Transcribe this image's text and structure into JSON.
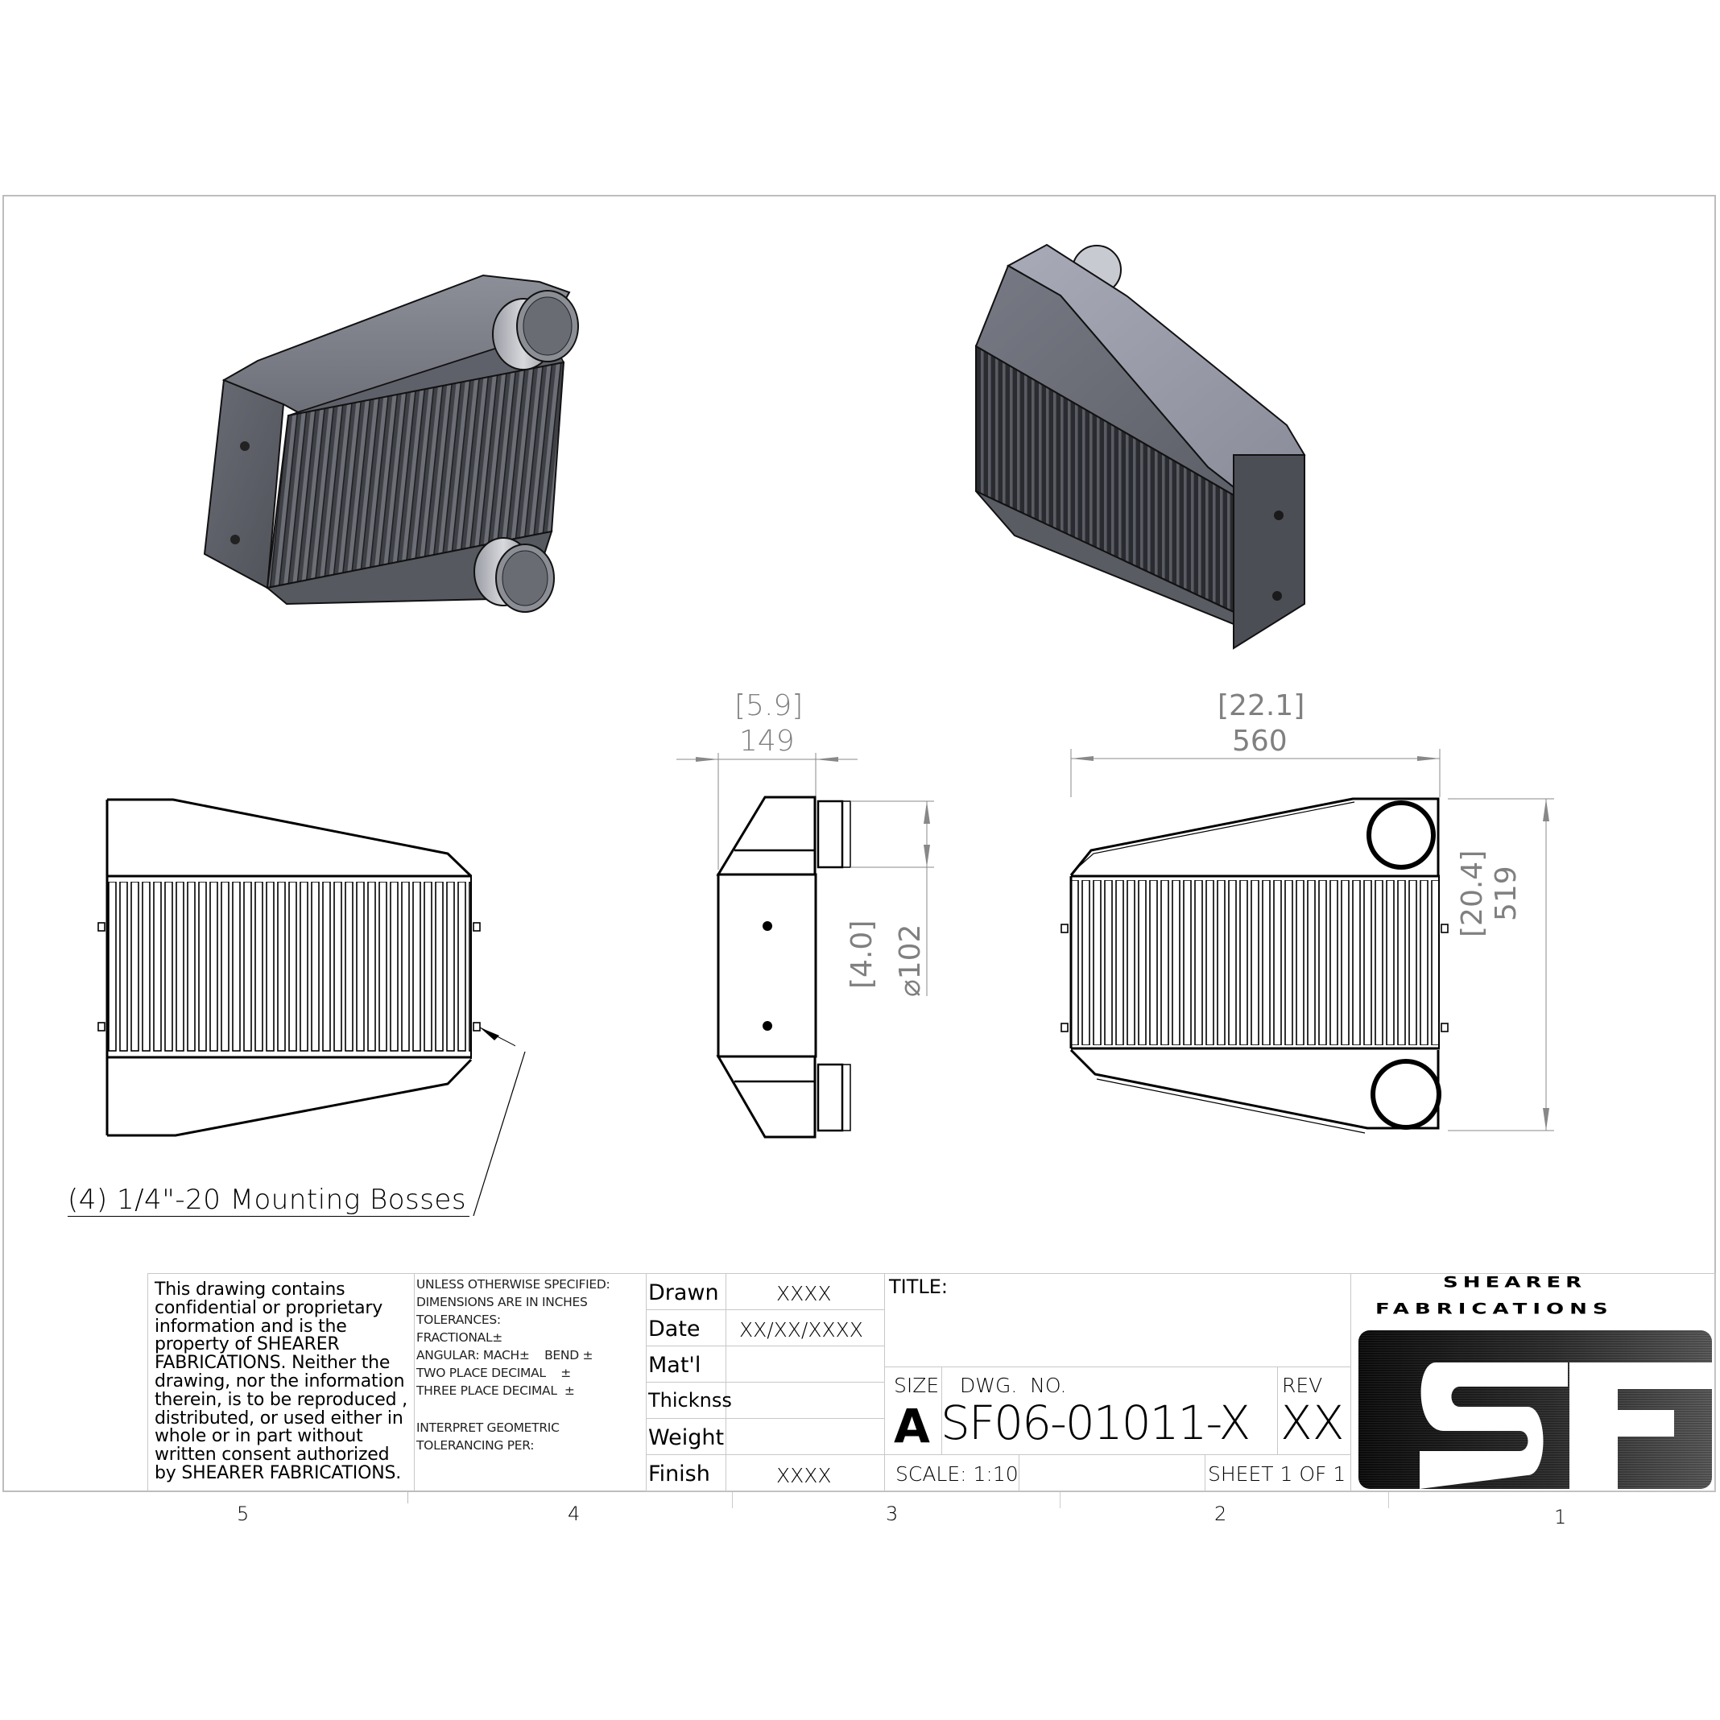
{
  "sheet": {
    "border_color": "#bdbdbd",
    "zone_numbers": [
      "5",
      "4",
      "3",
      "2",
      "1"
    ]
  },
  "views": {
    "isometric_left": {
      "label": "isometric-view-1",
      "body_color": "#5e6068"
    },
    "isometric_right": {
      "label": "isometric-view-2",
      "body_color": "#5e6068"
    },
    "front_view": {
      "fin_count": 32
    },
    "side_view": {},
    "rear_view": {
      "fin_count": 32
    }
  },
  "dimensions": {
    "depth": {
      "inches": "[5.9]",
      "mm": "149"
    },
    "width": {
      "inches": "[22.1]",
      "mm": "560"
    },
    "height": {
      "inches": "[20.4]",
      "mm": "519"
    },
    "port_diameter": {
      "inches": "[4.0]",
      "mm": "⌀102"
    }
  },
  "callout": {
    "text": "(4) 1/4\"-20 Mounting Bosses"
  },
  "title_block": {
    "notice": "This drawing contains confidential or proprietary information and is the property of SHEARER FABRICATIONS. Neither the drawing, nor the information therein, is to be reproduced , distributed, or used either in whole or in part without written consent authorized by SHEARER FABRICATIONS.",
    "tolerances": [
      "UNLESS OTHERWISE SPECIFIED:",
      "DIMENSIONS ARE IN INCHES",
      "TOLERANCES:",
      "FRACTIONAL±",
      "ANGULAR: MACH±    BEND ±",
      "TWO PLACE DECIMAL    ±",
      "THREE PLACE DECIMAL  ±",
      "",
      "INTERPRET GEOMETRIC",
      "TOLERANCING PER:"
    ],
    "fields": [
      {
        "label": "Drawn",
        "value": "XXXX"
      },
      {
        "label": "Date",
        "value": "XX/XX/XXXX"
      },
      {
        "label": "Mat'l",
        "value": ""
      },
      {
        "label": "Thicknss",
        "value": ""
      },
      {
        "label": "Weight",
        "value": ""
      },
      {
        "label": "Finish",
        "value": "XXXX"
      }
    ],
    "title_label": "TITLE:",
    "title_value": "",
    "size_label": "SIZE",
    "size_value": "A",
    "dwg_no_label": "DWG.  NO.",
    "dwg_no_value": "SF06-01011-X",
    "rev_label": "REV",
    "rev_value": "XX",
    "scale": "SCALE: 1:10",
    "sheet": "SHEET 1 OF 1"
  },
  "logo": {
    "line1": "SHEARER",
    "line2": "FABRICATIONS",
    "monogram": "SF"
  }
}
